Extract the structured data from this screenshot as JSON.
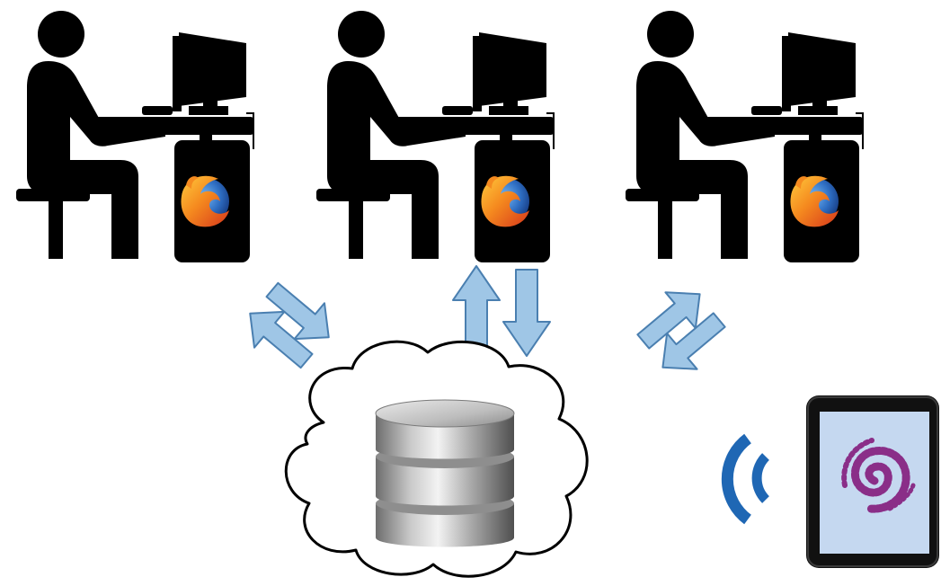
{
  "diagram": {
    "workstations": [
      {
        "id": "workstation-1",
        "browser_icon": "firefox-icon"
      },
      {
        "id": "workstation-2",
        "browser_icon": "firefox-icon"
      },
      {
        "id": "workstation-3",
        "browser_icon": "firefox-icon"
      }
    ],
    "links": [
      {
        "from": "workstation-1",
        "to": "cloud-database",
        "icon": "bidirectional-arrows-icon"
      },
      {
        "from": "workstation-2",
        "to": "cloud-database",
        "icon": "bidirectional-arrows-icon"
      },
      {
        "from": "workstation-3",
        "to": "cloud-database",
        "icon": "bidirectional-arrows-icon"
      }
    ],
    "server": {
      "cloud_icon": "cloud-icon",
      "database_icon": "database-icon"
    },
    "mobile": {
      "wireless_icon": "wireless-signal-icon",
      "device_icon": "tablet-icon",
      "screen_icon": "spiral-logo-icon"
    },
    "colors": {
      "silhouette": "#000000",
      "arrow_fill": "#9fc6e6",
      "arrow_stroke": "#4a7fb0",
      "wireless": "#1f67b4",
      "spiral": "#8a2e88",
      "tablet_screen": "#c5d8f0"
    }
  }
}
